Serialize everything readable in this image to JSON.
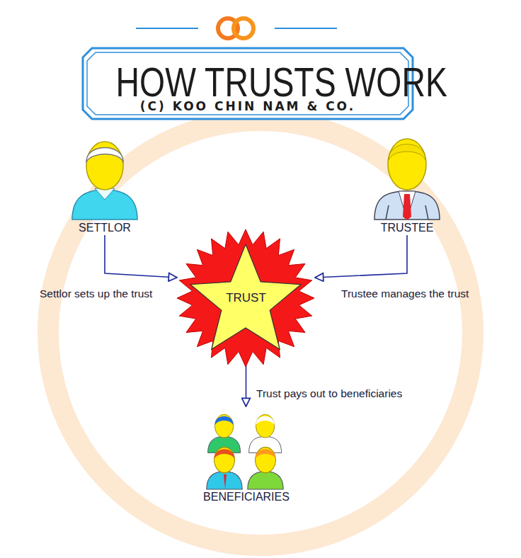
{
  "diagram": {
    "title": "HOW TRUSTS WORK",
    "nodes": [
      {
        "text": [
          "SETTLOR"
        ]
      },
      {
        "text": [
          "TRUSTEE"
        ]
      },
      {
        "text": [
          "TRUST"
        ]
      },
      {
        "text": [
          "BENEFICIARIES"
        ]
      }
    ],
    "edges": [
      {
        "from": 0,
        "to": 2,
        "arrow": "to",
        "label": "Settlor sets up the trust"
      },
      {
        "from": 1,
        "to": 2,
        "arrow": "to",
        "label": "Trustee manages the trust"
      },
      {
        "from": 2,
        "to": 3,
        "arrow": "to",
        "label": "Trust pays out to beneficiaries"
      }
    ],
    "labels": [
      "(C) KOO CHIN NAM & CO."
    ]
  }
}
